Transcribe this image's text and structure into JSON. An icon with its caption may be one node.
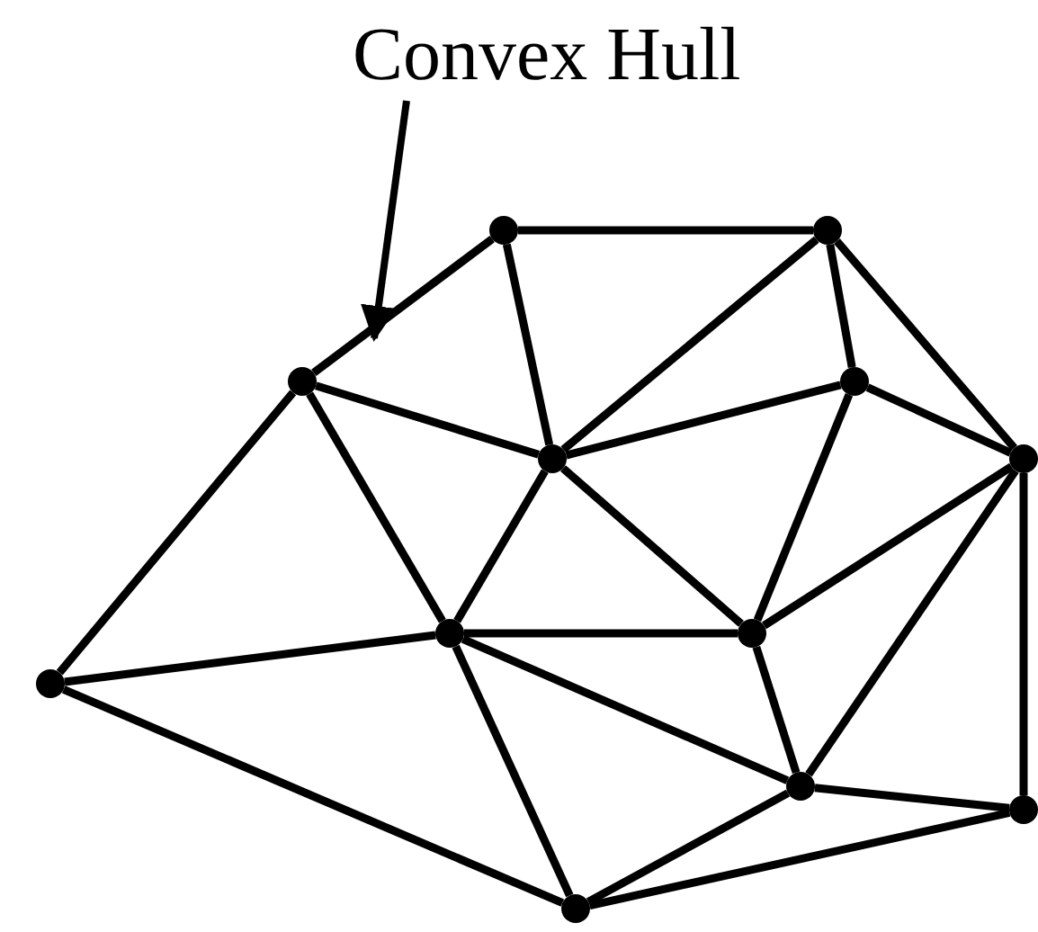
{
  "diagram": {
    "nodes": [
      {
        "text": [
          "Convex Hull"
        ]
      },
      {
        "text": [],
        "shape": "circle"
      },
      {
        "text": [],
        "shape": "circle"
      },
      {
        "text": [],
        "shape": "circle"
      },
      {
        "text": [],
        "shape": "circle"
      },
      {
        "text": [],
        "shape": "circle"
      },
      {
        "text": [],
        "shape": "circle"
      },
      {
        "text": [],
        "shape": "circle"
      },
      {
        "text": [],
        "shape": "circle"
      },
      {
        "text": [],
        "shape": "circle"
      },
      {
        "text": [],
        "shape": "circle"
      },
      {
        "text": [],
        "shape": "circle"
      },
      {
        "text": [],
        "shape": "circle"
      }
    ],
    "edges": [
      {
        "from": 0,
        "to": null,
        "arrow": "to"
      },
      {
        "from": 1,
        "to": 2,
        "arrow": "none"
      },
      {
        "from": 1,
        "to": 3,
        "arrow": "none"
      },
      {
        "from": 1,
        "to": 5,
        "arrow": "none"
      },
      {
        "from": 2,
        "to": 5,
        "arrow": "none"
      },
      {
        "from": 2,
        "to": 4,
        "arrow": "none"
      },
      {
        "from": 2,
        "to": 6,
        "arrow": "none"
      },
      {
        "from": 3,
        "to": 5,
        "arrow": "none"
      },
      {
        "from": 3,
        "to": 7,
        "arrow": "none"
      },
      {
        "from": 3,
        "to": 8,
        "arrow": "none"
      },
      {
        "from": 4,
        "to": 5,
        "arrow": "none"
      },
      {
        "from": 4,
        "to": 6,
        "arrow": "none"
      },
      {
        "from": 4,
        "to": 9,
        "arrow": "none"
      },
      {
        "from": 5,
        "to": 8,
        "arrow": "none"
      },
      {
        "from": 5,
        "to": 9,
        "arrow": "none"
      },
      {
        "from": 6,
        "to": 9,
        "arrow": "none"
      },
      {
        "from": 6,
        "to": 10,
        "arrow": "none"
      },
      {
        "from": 6,
        "to": 11,
        "arrow": "none"
      },
      {
        "from": 7,
        "to": 8,
        "arrow": "none"
      },
      {
        "from": 7,
        "to": 12,
        "arrow": "none"
      },
      {
        "from": 8,
        "to": 9,
        "arrow": "none"
      },
      {
        "from": 8,
        "to": 12,
        "arrow": "none"
      },
      {
        "from": 8,
        "to": 10,
        "arrow": "none"
      },
      {
        "from": 9,
        "to": 10,
        "arrow": "none"
      },
      {
        "from": 10,
        "to": 12,
        "arrow": "none"
      },
      {
        "from": 10,
        "to": 11,
        "arrow": "none"
      },
      {
        "from": 11,
        "to": 12,
        "arrow": "none"
      }
    ]
  }
}
